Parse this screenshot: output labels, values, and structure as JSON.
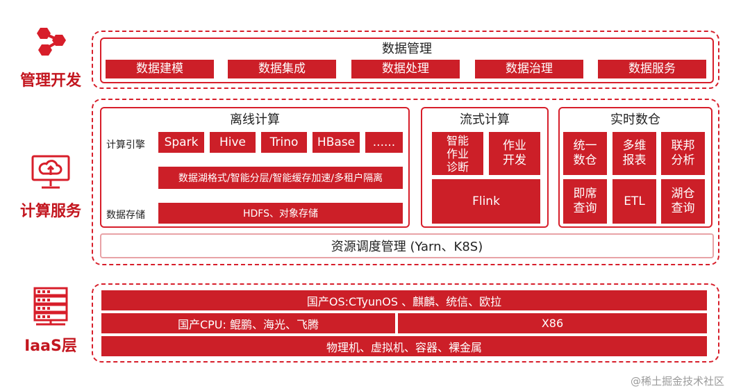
{
  "side_labels": {
    "dev": "管理开发",
    "compute": "计算服务",
    "iaas": "IaaS层"
  },
  "data_management": {
    "title": "数据管理",
    "items": [
      "数据建模",
      "数据集成",
      "数据处理",
      "数据治理",
      "数据服务"
    ]
  },
  "offline": {
    "title": "离线计算",
    "engine_label": "计算引擎",
    "engines": [
      "Spark",
      "Hive",
      "Trino",
      "HBase",
      "......"
    ],
    "lake_features": "数据湖格式/智能分层/智能缓存加速/多租户隔离",
    "storage_label": "数据存储",
    "storage": "HDFS、对象存储"
  },
  "streaming": {
    "title": "流式计算",
    "items": [
      "智能\n作业\n诊断",
      "作业\n开发"
    ],
    "engine": "Flink"
  },
  "warehouse": {
    "title": "实时数仓",
    "items": [
      "统一\n数仓",
      "多维\n报表",
      "联邦\n分析",
      "即席\n查询",
      "ETL",
      "湖仓\n查询"
    ]
  },
  "scheduler": "资源调度管理 (Yarn、K8S)",
  "iaas": {
    "os": "国产OS:CTyunOS 、麒麟、统信、欧拉",
    "cpu": "国产CPU: 鲲鹏、海光、飞腾",
    "arch": "X86",
    "infra": "物理机、虚拟机、容器、裸金属"
  },
  "watermark": "@稀土掘金技术社区",
  "colors": {
    "accent": "#cc1f28",
    "border": "#d71e2a"
  },
  "icons": [
    "molecule-icon",
    "cloud-monitor-icon",
    "server-rack-icon"
  ]
}
